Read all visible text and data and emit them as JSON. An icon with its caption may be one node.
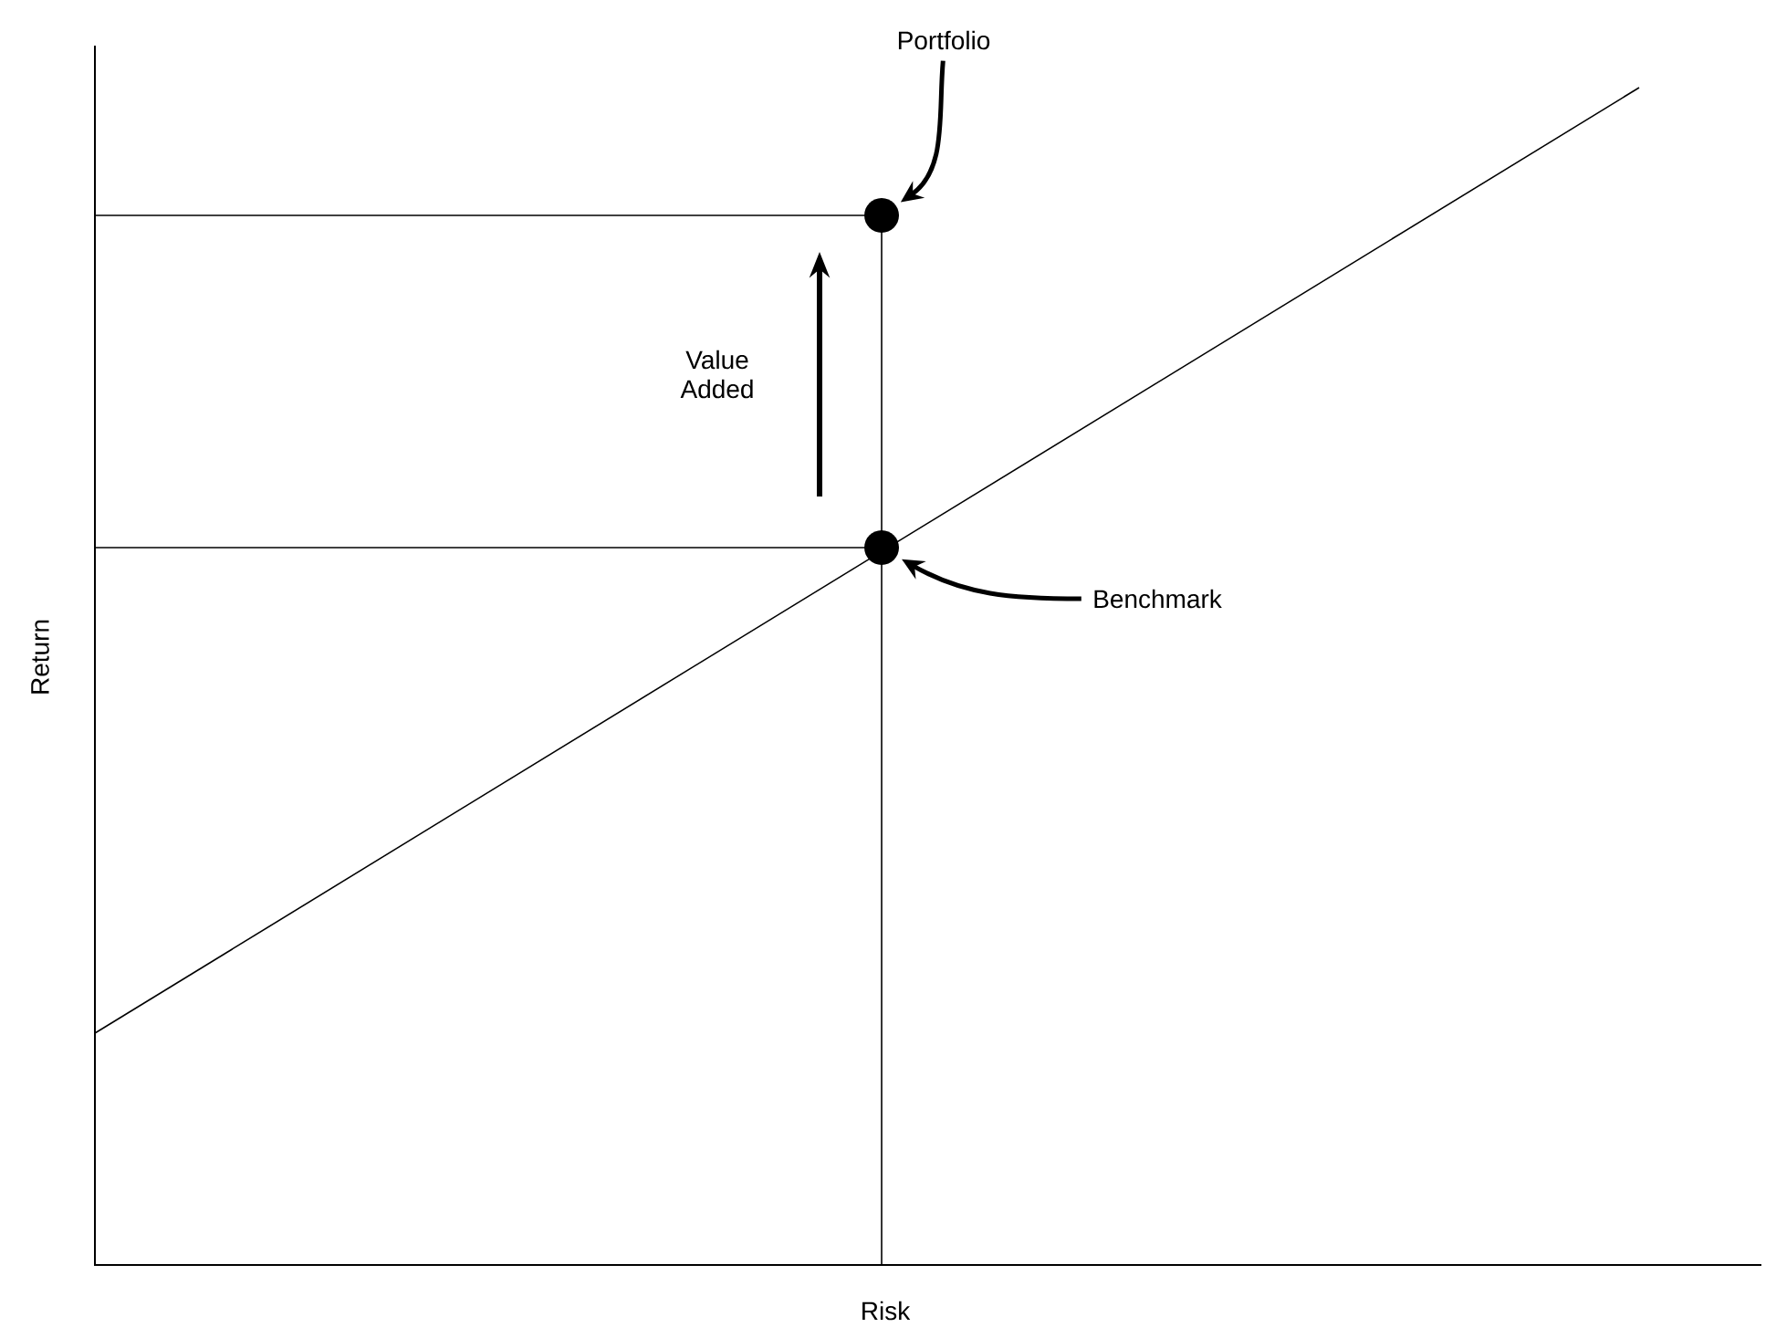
{
  "diagram": {
    "nodes": [
      {
        "text": [
          "Portfolio"
        ]
      },
      {
        "text": [],
        "shape": "circle"
      },
      {
        "text": [
          "Benchmark"
        ]
      },
      {
        "text": [],
        "shape": "circle"
      }
    ],
    "edges": [
      {
        "from": 0,
        "to": 1,
        "arrow": "to"
      },
      {
        "from": 2,
        "to": 3,
        "arrow": "to"
      }
    ],
    "labels": [
      "Value Added",
      "Return",
      "Risk"
    ]
  }
}
